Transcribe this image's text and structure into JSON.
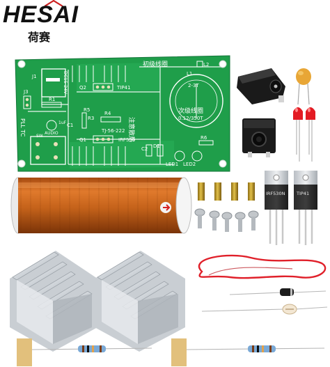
{
  "brand": {
    "name": "HESAI",
    "subtitle": "荷赛"
  },
  "pcb": {
    "power_label": "DC15-24V",
    "primary_coil_label": "初级线圈",
    "turns_label": "2-3T",
    "secondary_coil_label": "次级线圈",
    "secondary_spec": "0.12/350T",
    "heatsink_note": "注意散热",
    "transistor_label": "TIP41",
    "transistor_code": "TJ-56-222",
    "mosfet_label": "IRF530",
    "audio_label": "AUDIO",
    "side_label": "PLL TC",
    "refs": {
      "j1": "J1",
      "j3": "J3",
      "l1": "L1",
      "l2": "L2",
      "q1": "Q1",
      "q2": "Q2",
      "r1": "R1",
      "r3": "R3",
      "r4": "R4",
      "r5": "R5",
      "r6": "R6",
      "c1": "C1",
      "c2": "C2",
      "d1": "D1",
      "led1": "LED1",
      "led2": "LED2",
      "cap_value": "1uF",
      "sw": "SW"
    }
  },
  "transistors": {
    "left_marking": "IRF530N",
    "right_marking": "TIP41"
  },
  "colors": {
    "pcb_green": "#1f9e4a",
    "pcb_silk": "#ffffff",
    "copper_coil": "#c4621a",
    "heatsink": "#d9dde1",
    "wire_red": "#e0202a",
    "led_red": "#e31b23",
    "capacitor_yellow": "#e8a636",
    "brass_standoff": "#c9a227"
  }
}
